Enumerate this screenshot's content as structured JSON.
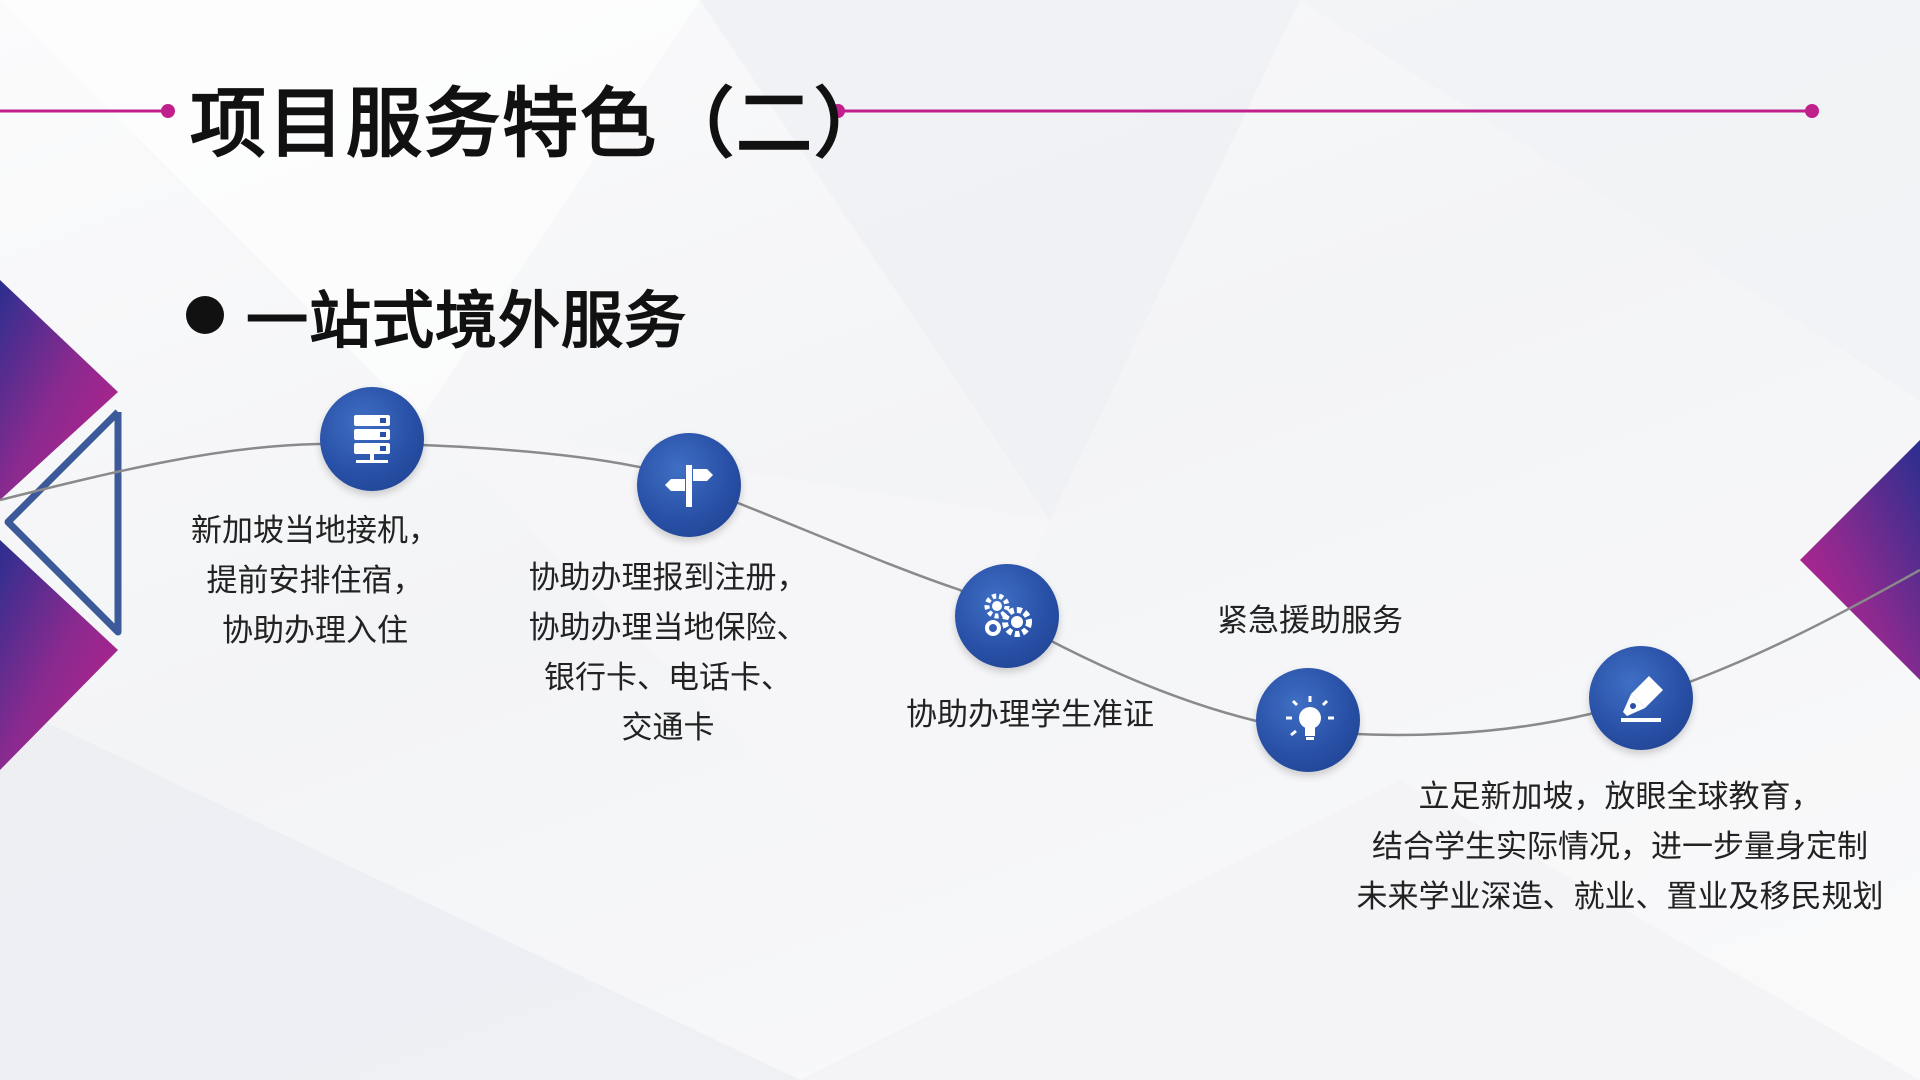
{
  "title": "项目服务特色（二）",
  "subtitle": "一站式境外服务",
  "colors": {
    "accent_line": "#c0208c",
    "node_blue": "#2850a6",
    "text": "#222222"
  },
  "steps": [
    {
      "icon": "server-icon",
      "lines": [
        "新加坡当地接机，",
        "提前安排住宿，",
        "协助办理入住"
      ]
    },
    {
      "icon": "signpost-icon",
      "lines": [
        "协助办理报到注册，",
        "协助办理当地保险、",
        "银行卡、电话卡、",
        "交通卡"
      ]
    },
    {
      "icon": "gears-icon",
      "lines": [
        "协助办理学生准证"
      ]
    },
    {
      "icon": "lightbulb-icon",
      "lines": [
        "紧急援助服务"
      ]
    },
    {
      "icon": "pen-nib-icon",
      "lines": [
        "立足新加坡，放眼全球教育，",
        "结合学生实际情况，进一步量身定制",
        "未来学业深造、就业、置业及移民规划"
      ]
    }
  ]
}
